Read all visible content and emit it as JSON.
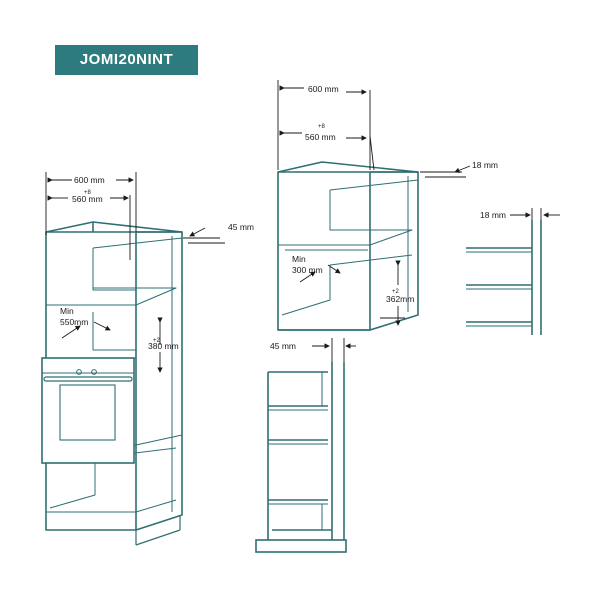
{
  "title": "JOMI20NINT",
  "colors": {
    "brand": "#2e7b7f",
    "line": "#2e6f73",
    "dim": "#1a1a1a"
  },
  "left_cabinet": {
    "width_label": "600 mm",
    "inner_width_label": "560 mm",
    "inner_width_tol": "+8",
    "depth_label": "45 mm",
    "min_label": "Min",
    "min_depth_label": "550mm",
    "height_tol": "+2",
    "height_label": "380 mm"
  },
  "right_cabinet": {
    "width_label": "600 mm",
    "inner_width_label": "560 mm",
    "inner_width_tol": "+8",
    "side_label": "18 mm",
    "min_label": "Min",
    "min_depth_label": "300 mm",
    "height_tol": "+2",
    "height_label": "362mm"
  },
  "side_detail": {
    "label": "18 mm"
  },
  "section_view": {
    "label": "45 mm"
  }
}
